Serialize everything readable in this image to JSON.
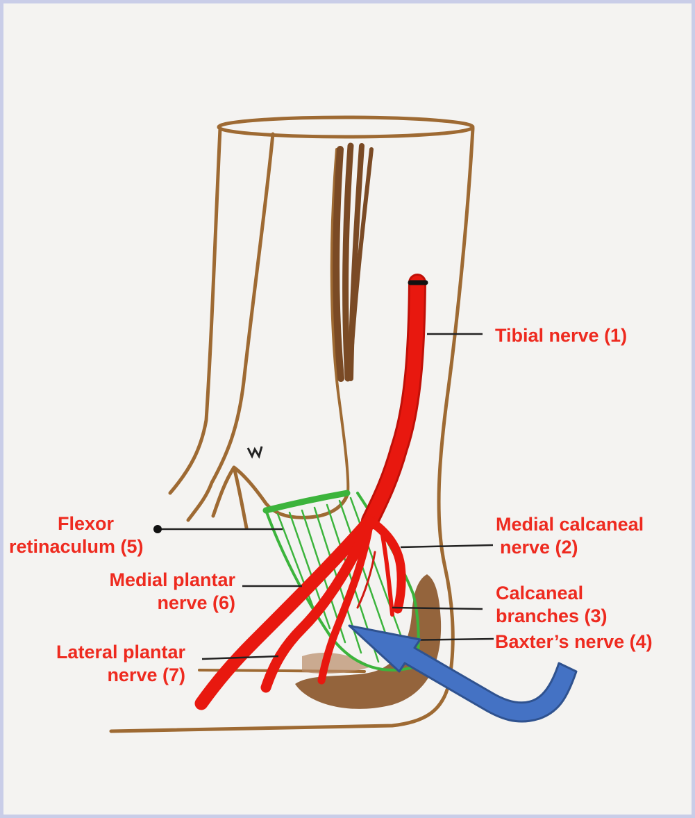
{
  "labels": {
    "tibial": "Tibial nerve (1)",
    "medial_calcaneal": [
      "Medial calcaneal",
      "nerve (2)"
    ],
    "calcaneal_branches": [
      "Calcaneal",
      "branches (3)"
    ],
    "baxter": "Baxter’s nerve (4)",
    "flexor": [
      "Flexor",
      "retinaculum (5)"
    ],
    "medial_plantar": [
      "Medial plantar",
      "nerve (6)"
    ],
    "lateral_plantar": [
      "Lateral plantar",
      "nerve (7)"
    ]
  },
  "colors": {
    "label_text": "#ee2a1f",
    "nerve": "#e8180f",
    "leg_outline": "#a06a32",
    "muscle": "#7a4a25",
    "retinaculum": "#3cb43c",
    "arrow": "#4472c4",
    "leader_line": "#222222"
  }
}
